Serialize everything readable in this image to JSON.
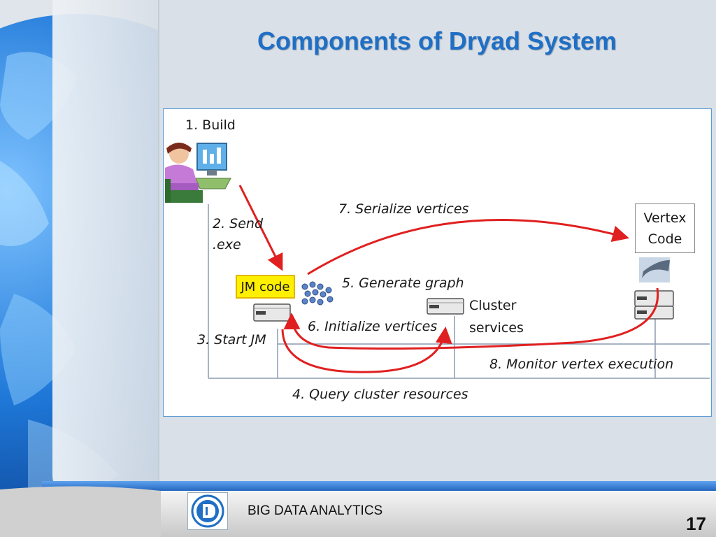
{
  "slide": {
    "title": "Components of Dryad System",
    "footer_text": "BIG DATA ANALYTICS",
    "page_number": "17"
  },
  "diagram": {
    "build_label": "1. Build",
    "send_label_line1": "2. Send",
    "send_label_line2": ".exe",
    "start_jm_label": "3. Start JM",
    "query_label": "4. Query cluster resources",
    "generate_label": "5. Generate graph",
    "initialize_label": "6. Initialize vertices",
    "serialize_label": "7. Serialize vertices",
    "monitor_label": "8. Monitor vertex execution",
    "jm_code_label": "JM code",
    "cluster_label_line1": "Cluster",
    "cluster_label_line2": "services",
    "vertex_label_line1": "Vertex",
    "vertex_label_line2": "Code"
  },
  "colors": {
    "title": "#1f6fc5",
    "arrow": "#e02020",
    "jm_box": "#ffef00",
    "globe": "#1a6fd0",
    "bottom_band": "#2c6fc8"
  }
}
